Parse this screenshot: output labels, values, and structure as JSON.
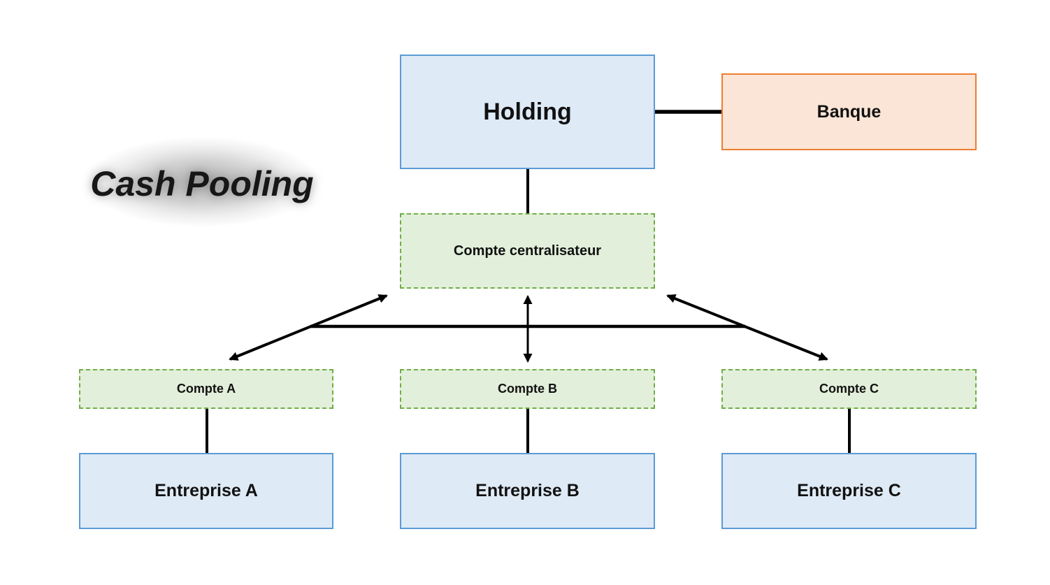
{
  "title": "Cash Pooling",
  "nodes": {
    "holding": {
      "label": "Holding"
    },
    "banque": {
      "label": "Banque"
    },
    "compte_centralisateur": {
      "label": "Compte centralisateur"
    },
    "compte_a": {
      "label": "Compte A"
    },
    "compte_b": {
      "label": "Compte B"
    },
    "compte_c": {
      "label": "Compte C"
    },
    "entreprise_a": {
      "label": "Entreprise A"
    },
    "entreprise_b": {
      "label": "Entreprise B"
    },
    "entreprise_c": {
      "label": "Entreprise C"
    }
  },
  "edges": [
    {
      "from": "Holding",
      "to": "Banque",
      "style": "thick-line"
    },
    {
      "from": "Holding",
      "to": "Compte centralisateur",
      "style": "line"
    },
    {
      "from": "Compte centralisateur",
      "to": "Compte A",
      "style": "double-arrow"
    },
    {
      "from": "Compte centralisateur",
      "to": "Compte B",
      "style": "double-arrow"
    },
    {
      "from": "Compte centralisateur",
      "to": "Compte C",
      "style": "double-arrow"
    },
    {
      "from": "left diagonal arrow",
      "to": "right diagonal arrow",
      "style": "horizontal-crossbar-line"
    },
    {
      "from": "Compte A",
      "to": "Entreprise A",
      "style": "line"
    },
    {
      "from": "Compte B",
      "to": "Entreprise B",
      "style": "line"
    },
    {
      "from": "Compte C",
      "to": "Entreprise C",
      "style": "line"
    }
  ],
  "colors": {
    "company_box_fill": "#deeaf6",
    "company_box_border": "#5b9bd5",
    "bank_box_fill": "#fbe5d6",
    "bank_box_border": "#ed7d31",
    "account_box_fill": "#e2efda",
    "account_box_border": "#70ad47",
    "connector": "#000000",
    "background": "#ffffff"
  }
}
